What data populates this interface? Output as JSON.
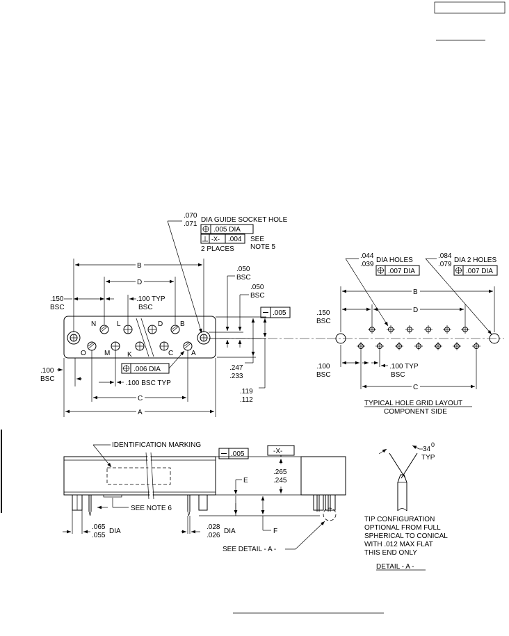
{
  "top_view": {
    "guide_socket": {
      "dia_max": ".070",
      "dia_min": ".071",
      "label": "DIA GUIDE SOCKET HOLE",
      "fcf_pos_tol": ".005 DIA",
      "fcf_datum": "-X-",
      "fcf_perp_tol": ".004",
      "places": "2 PLACES",
      "see": "SEE",
      "note": "NOTE 5"
    },
    "dim_b": "B",
    "dim_d": "D",
    "dim_150": ".150",
    "dim_150_bsc": "BSC",
    "dim_100typ": ".100 TYP",
    "dim_100typ_bsc": "BSC",
    "dim_050a": ".050",
    "dim_050a_bsc": "BSC",
    "dim_050b": ".050",
    "dim_050b_bsc": "BSC",
    "flat_tol": ".005",
    "pin_labels": {
      "n": "N",
      "l": "L",
      "d": "D",
      "b": "B",
      "o": "O",
      "m": "M",
      "k": "K",
      "c": "C",
      "a": "A"
    },
    "pin_fcf": ".006 DIA",
    "dim_100": ".100",
    "dim_100_bsc": "BSC",
    "dim_100bsctyp": ".100 BSC TYP",
    "dim_247": ".247",
    "dim_233": ".233",
    "dim_119": ".119",
    "dim_112": ".112",
    "dim_c": "C",
    "dim_a": "A"
  },
  "grid_layout": {
    "small_holes": {
      "max": ".044",
      "min": ".039",
      "label": "DIA HOLES",
      "fcf": ".007 DIA"
    },
    "large_holes": {
      "max": ".084",
      "min": ".079",
      "label": "DIA 2 HOLES",
      "fcf": ".007 DIA"
    },
    "dim_b": "B",
    "dim_d": "D",
    "dim_150": ".150",
    "dim_150_bsc": "BSC",
    "dim_100": ".100",
    "dim_100_bsc": "BSC",
    "dim_100typ": ".100 TYP",
    "dim_100typ_bsc": "BSC",
    "dim_c": "C",
    "title_1": "TYPICAL HOLE GRID LAYOUT",
    "title_2": "COMPONENT SIDE"
  },
  "side_view": {
    "id_marking": "IDENTIFICATION MARKING",
    "flat_tol": ".005",
    "datum_x": "-X-",
    "dim_265": ".265",
    "dim_245": ".245",
    "dim_e": "E",
    "dim_f": "F",
    "see_note6": "SEE NOTE 6",
    "dim_065": ".065",
    "dim_055": ".055",
    "dia_1": "DIA",
    "dim_028": ".028",
    "dim_026": ".026",
    "dia_2": "DIA",
    "see_detail": "SEE DETAIL - A -"
  },
  "detail": {
    "angle": "34",
    "deg": "0",
    "typ": "TYP",
    "note_1": "TIP CONFIGURATION",
    "note_2": "OPTIONAL FROM FULL",
    "note_3": "SPHERICAL TO CONICAL",
    "note_4": "WITH .012 MAX FLAT",
    "note_5": "THIS END ONLY",
    "title": "DETAIL - A -"
  }
}
